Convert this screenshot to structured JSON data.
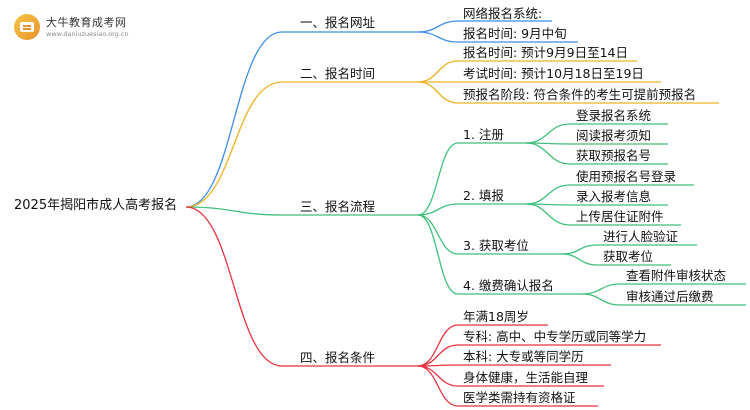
{
  "logo": {
    "title": "大牛教育成考网",
    "url": "www.daniuzuesiao.org.cn",
    "icon": "book-icon"
  },
  "colors": {
    "blue": "#3d8ee8",
    "gold": "#eeb224",
    "green": "#3fbf7a",
    "red": "#e8323e"
  },
  "root": "2025年揭阳市成人高考报名",
  "branches": {
    "b1": {
      "label": "一、报名网址",
      "items": [
        "网络报名系统:",
        "报名时间: 9月中旬"
      ]
    },
    "b2": {
      "label": "二、报名时间",
      "items": [
        "报名时间: 预计9月9日至14日",
        "考试时间: 预计10月18日至19日",
        "预报名阶段: 符合条件的考生可提前预报名"
      ]
    },
    "b3": {
      "label": "三、报名流程",
      "steps": [
        {
          "label": "1. 注册",
          "items": [
            "登录报名系统",
            "阅读报考须知",
            "获取预报名号"
          ]
        },
        {
          "label": "2. 填报",
          "items": [
            "使用预报名号登录",
            "录入报考信息",
            "上传居住证附件"
          ]
        },
        {
          "label": "3. 获取考位",
          "items": [
            "进行人脸验证",
            "获取考位"
          ]
        },
        {
          "label": "4. 缴费确认报名",
          "items": [
            "查看附件审核状态",
            "审核通过后缴费"
          ]
        }
      ]
    },
    "b4": {
      "label": "四、报名条件",
      "items": [
        "年满18周岁",
        "专科: 高中、中专学历或同等学力",
        "本科: 大专或等同学历",
        "身体健康，生活能自理",
        "医学类需持有资格证"
      ]
    }
  }
}
